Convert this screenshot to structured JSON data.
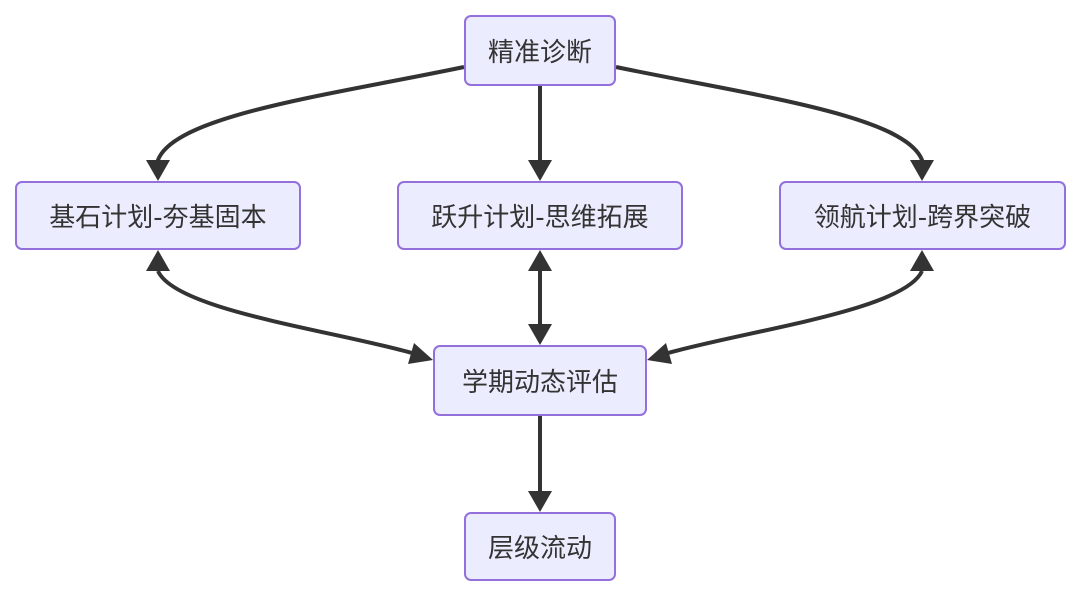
{
  "diagram": {
    "type": "flowchart",
    "colors": {
      "node_fill": "#ECECFF",
      "node_border": "#9370DB",
      "edge": "#333333",
      "text": "#333333"
    },
    "nodes": {
      "diagnosis": "精准诊断",
      "foundation": "基石计划-夯基固本",
      "leap": "跃升计划-思维拓展",
      "navigator": "领航计划-跨界突破",
      "evaluation": "学期动态评估",
      "flow": "层级流动"
    },
    "edges": [
      {
        "from": "diagnosis",
        "to": "foundation",
        "direction": "forward"
      },
      {
        "from": "diagnosis",
        "to": "leap",
        "direction": "forward"
      },
      {
        "from": "diagnosis",
        "to": "navigator",
        "direction": "forward"
      },
      {
        "from": "foundation",
        "to": "evaluation",
        "direction": "both"
      },
      {
        "from": "leap",
        "to": "evaluation",
        "direction": "both"
      },
      {
        "from": "navigator",
        "to": "evaluation",
        "direction": "both"
      },
      {
        "from": "evaluation",
        "to": "flow",
        "direction": "forward"
      }
    ]
  }
}
